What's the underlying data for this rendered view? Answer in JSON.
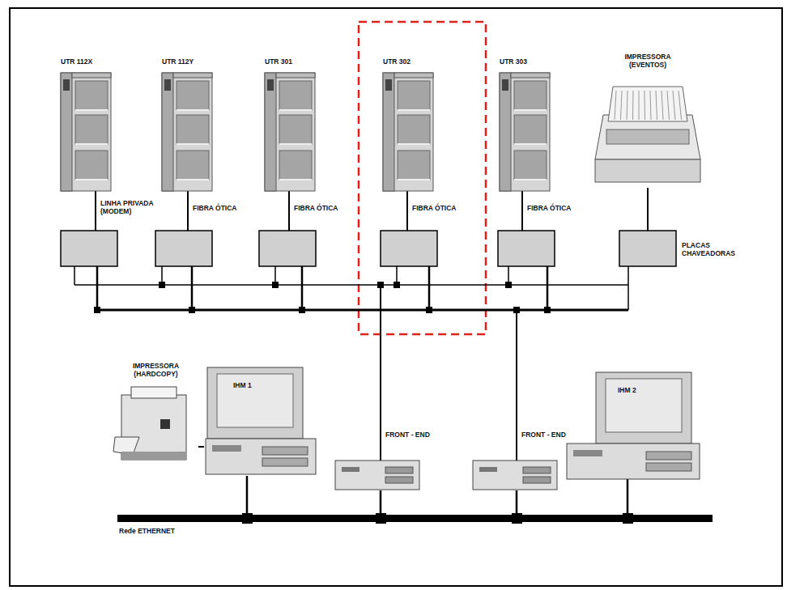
{
  "diagram": {
    "nodes": [
      {
        "text": [
          "UTR 112X"
        ]
      },
      {
        "text": [
          "UTR 112Y"
        ]
      },
      {
        "text": [
          "UTR 301"
        ]
      },
      {
        "text": [
          "UTR 302"
        ]
      },
      {
        "text": [
          "UTR 303"
        ]
      },
      {
        "text": [
          "IMPRESSORA (EVENTOS)"
        ]
      },
      {
        "text": [
          "IMPRESSORA (HARDCOPY)"
        ]
      },
      {
        "text": [
          "IHM 1"
        ]
      },
      {
        "text": [
          "FRONT - END"
        ]
      },
      {
        "text": [
          "FRONT - END"
        ]
      },
      {
        "text": [
          "IHM 2"
        ]
      }
    ],
    "edges": [
      {
        "from": 6,
        "to": 7,
        "arrow": "none"
      }
    ],
    "labels": [
      "LINHA PRIVADA (MODEM)",
      "FIBRA ÓTICA",
      "FIBRA ÓTICA",
      "FIBRA ÓTICA",
      "FIBRA ÓTICA",
      "PLACAS CHAVEADORAS",
      "Rede ETHERNET"
    ]
  }
}
